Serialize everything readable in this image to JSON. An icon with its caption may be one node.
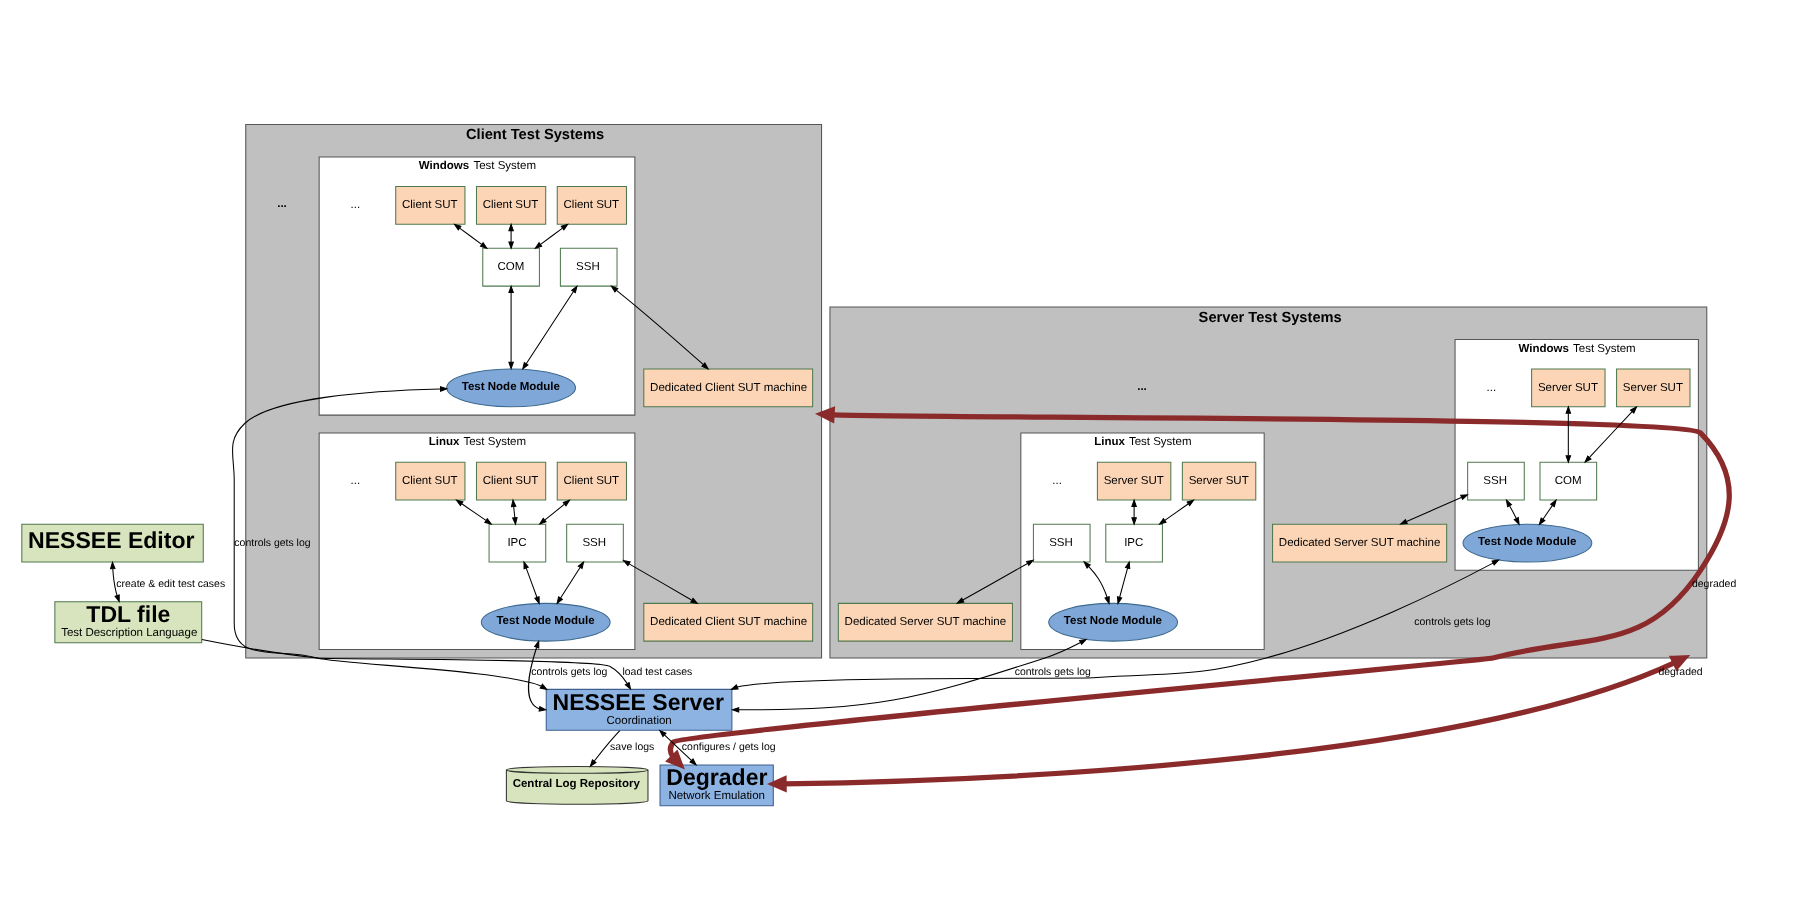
{
  "diagram": {
    "nodes": [
      {
        "text": [
          "Client Test Systems"
        ]
      },
      {
        "text": [
          "**Windows** Test System"
        ],
        "in": 0
      },
      {
        "text": [
          "Client SUT"
        ],
        "in": 1
      },
      {
        "text": [
          "Client SUT"
        ],
        "in": 1
      },
      {
        "text": [
          "Client SUT"
        ],
        "in": 1
      },
      {
        "text": [
          "COM"
        ],
        "in": 1
      },
      {
        "text": [
          "SSH"
        ],
        "in": 1
      },
      {
        "text": [
          "Test Node Module"
        ],
        "in": 1
      },
      {
        "text": [
          "Dedicated Client SUT machine"
        ],
        "in": 0
      },
      {
        "text": [
          "**Linux** Test System"
        ],
        "in": 0
      },
      {
        "text": [
          "Client SUT"
        ],
        "in": 9
      },
      {
        "text": [
          "Client SUT"
        ],
        "in": 9
      },
      {
        "text": [
          "Client SUT"
        ],
        "in": 9
      },
      {
        "text": [
          "IPC"
        ],
        "in": 9
      },
      {
        "text": [
          "SSH"
        ],
        "in": 9
      },
      {
        "text": [
          "Test Node Module"
        ],
        "in": 9
      },
      {
        "text": [
          "Dedicated Client SUT machine"
        ],
        "in": 0
      },
      {
        "text": [
          "NESSEE Editor"
        ]
      },
      {
        "text": [
          "TDL file",
          "Test Description Language"
        ]
      },
      {
        "text": [
          "Central Log Repository"
        ]
      },
      {
        "text": [
          "NESSEE Server",
          "Coordination"
        ]
      },
      {
        "text": [
          "Degrader",
          "Network Emulation"
        ]
      },
      {
        "text": [
          "Server Test Systems"
        ]
      },
      {
        "text": [
          "**Windows** Test System"
        ],
        "in": 22
      },
      {
        "text": [
          "Test Node Module"
        ],
        "in": 23
      },
      {
        "text": [
          "COM"
        ],
        "in": 23
      },
      {
        "text": [
          "SSH"
        ],
        "in": 23
      },
      {
        "text": [
          "Server SUT"
        ],
        "in": 23
      },
      {
        "text": [
          "Server SUT"
        ],
        "in": 23
      },
      {
        "text": [
          "Dedicated Server SUT machine"
        ],
        "in": 22
      },
      {
        "text": [
          "**Linux** Test System"
        ],
        "in": 22
      },
      {
        "text": [
          "Test Node Module"
        ],
        "in": 30
      },
      {
        "text": [
          "IPC"
        ],
        "in": 30
      },
      {
        "text": [
          "SSH"
        ],
        "in": 30
      },
      {
        "text": [
          "Server SUT"
        ],
        "in": 30
      },
      {
        "text": [
          "Server SUT"
        ],
        "in": 30
      },
      {
        "text": [
          "Dedicated Server SUT machine"
        ],
        "in": 22
      }
    ],
    "edges": [
      {
        "from": 2,
        "to": 5,
        "arrow": "both"
      },
      {
        "from": 3,
        "to": 5,
        "arrow": "both"
      },
      {
        "from": 4,
        "to": 5,
        "arrow": "both"
      },
      {
        "from": 5,
        "to": 7,
        "arrow": "both"
      },
      {
        "from": 6,
        "to": 7,
        "arrow": "both"
      },
      {
        "from": 6,
        "to": 8,
        "arrow": "both"
      },
      {
        "from": 10,
        "to": 13,
        "arrow": "both"
      },
      {
        "from": 11,
        "to": 13,
        "arrow": "both"
      },
      {
        "from": 12,
        "to": 13,
        "arrow": "both"
      },
      {
        "from": 13,
        "to": 15,
        "arrow": "both"
      },
      {
        "from": 14,
        "to": 15,
        "arrow": "both"
      },
      {
        "from": 14,
        "to": 16,
        "arrow": "both"
      },
      {
        "from": 7,
        "to": 20,
        "label": "controls gets log",
        "arrow": "both"
      },
      {
        "from": 15,
        "to": 20,
        "label": "controls gets log",
        "arrow": "both"
      },
      {
        "from": 17,
        "to": 18,
        "label": "create & edit test cases",
        "arrow": "both"
      },
      {
        "from": 18,
        "to": 20,
        "label": "load test cases",
        "arrow": "to"
      },
      {
        "from": 20,
        "to": 19,
        "label": "save logs",
        "arrow": "to"
      },
      {
        "from": 20,
        "to": 21,
        "label": "configures / gets log",
        "arrow": "both"
      },
      {
        "from": 24,
        "to": 20,
        "label": "controls gets log",
        "arrow": "both"
      },
      {
        "from": 31,
        "to": 20,
        "label": "controls gets log",
        "arrow": "both"
      },
      {
        "from": 0,
        "to": 21,
        "label": "degraded",
        "arrow": "both",
        "style": "thick",
        "color": "#8b2a2a"
      },
      {
        "from": 21,
        "to": 22,
        "label": "degraded",
        "arrow": "both",
        "style": "thick",
        "color": "#8b2a2a"
      },
      {
        "from": 25,
        "to": 24,
        "arrow": "both"
      },
      {
        "from": 26,
        "to": 24,
        "arrow": "both"
      },
      {
        "from": 27,
        "to": 25,
        "arrow": "both"
      },
      {
        "from": 28,
        "to": 25,
        "arrow": "both"
      },
      {
        "from": 26,
        "to": 29,
        "arrow": "both"
      },
      {
        "from": 32,
        "to": 31,
        "arrow": "both"
      },
      {
        "from": 33,
        "to": 31,
        "arrow": "both"
      },
      {
        "from": 34,
        "to": 32,
        "arrow": "both"
      },
      {
        "from": 35,
        "to": 32,
        "arrow": "both"
      },
      {
        "from": 33,
        "to": 36,
        "arrow": "both"
      }
    ],
    "labels": [
      "...",
      "...",
      "...",
      "...",
      "...",
      "..."
    ]
  }
}
